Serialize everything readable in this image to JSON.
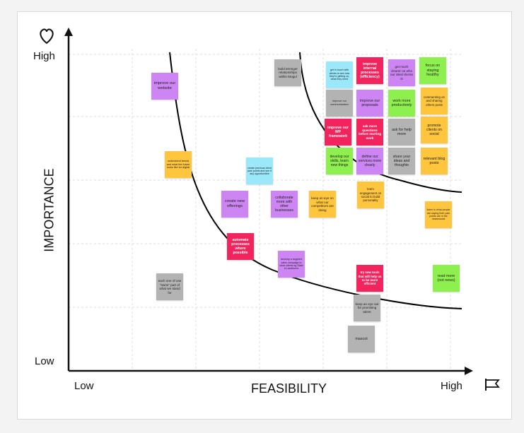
{
  "axes": {
    "y_title": "IMPORTANCE",
    "x_title": "FEASIBILITY",
    "y_high": "High",
    "y_low": "Low",
    "x_low": "Low",
    "x_high": "High",
    "y_icon": "heart-icon",
    "x_icon": "flag-icon"
  },
  "colors": {
    "purple": "#cc85f2",
    "orange": "#ffc53d",
    "gray": "#b3b3b3",
    "blue": "#9be8fb",
    "pink": "#f2245e",
    "green": "#8ef04e",
    "grid": "#dcdcdc",
    "axis": "#111111"
  },
  "notes": [
    {
      "text": "improve our website",
      "color": "purple"
    },
    {
      "text": "understand trends and what the future looks like for digital",
      "color": "orange"
    },
    {
      "text": "each one of use \"owns\" part of what we stand for",
      "color": "gray"
    },
    {
      "text": "create previous client pain points and see if any opportunities",
      "color": "blue"
    },
    {
      "text": "create new offerings",
      "color": "purple"
    },
    {
      "text": "automate processes where possible",
      "color": "pink"
    },
    {
      "text": "build stronger relationships within Mogul",
      "color": "gray"
    },
    {
      "text": "collaborate more with other businesses",
      "color": "purple"
    },
    {
      "text": "develop a targeted sales campaign to clear clients eg State & Landforms",
      "color": "purple"
    },
    {
      "text": "keep an eye on what our competitors are doing",
      "color": "orange"
    },
    {
      "text": "get in touch with clients to see how they're getting on, what they need",
      "color": "blue"
    },
    {
      "text": "improve internal processes (efficiency)",
      "color": "pink"
    },
    {
      "text": "get much clearer on who our ideal clients is",
      "color": "purple"
    },
    {
      "text": "focus on staying healthy",
      "color": "green"
    },
    {
      "text": "improve our communication",
      "color": "gray"
    },
    {
      "text": "improve our proposals",
      "color": "purple"
    },
    {
      "text": "work more productively",
      "color": "green"
    },
    {
      "text": "commenting on and sharing others posts",
      "color": "orange"
    },
    {
      "text": "improve our WP framework",
      "color": "pink"
    },
    {
      "text": "ask more questions before starting work",
      "color": "pink"
    },
    {
      "text": "ask for help more",
      "color": "gray"
    },
    {
      "text": "promote clients on social",
      "color": "orange"
    },
    {
      "text": "develop our skills, learn new things",
      "color": "green"
    },
    {
      "text": "define our services more clearly",
      "color": "purple"
    },
    {
      "text": "share your ideas and thoughts",
      "color": "gray"
    },
    {
      "text": "relevant blog posts",
      "color": "orange"
    },
    {
      "text": "team engagement on social to build personality",
      "color": "orange"
    },
    {
      "text": "listen to what people are saying their pain points are in the news/social",
      "color": "orange"
    },
    {
      "text": "try new tools that will help us to be more efficient",
      "color": "pink"
    },
    {
      "text": "keep an eye out for promising talent",
      "color": "gray"
    },
    {
      "text": "mascot",
      "color": "gray"
    },
    {
      "text": "read more (not news)",
      "color": "green"
    }
  ]
}
